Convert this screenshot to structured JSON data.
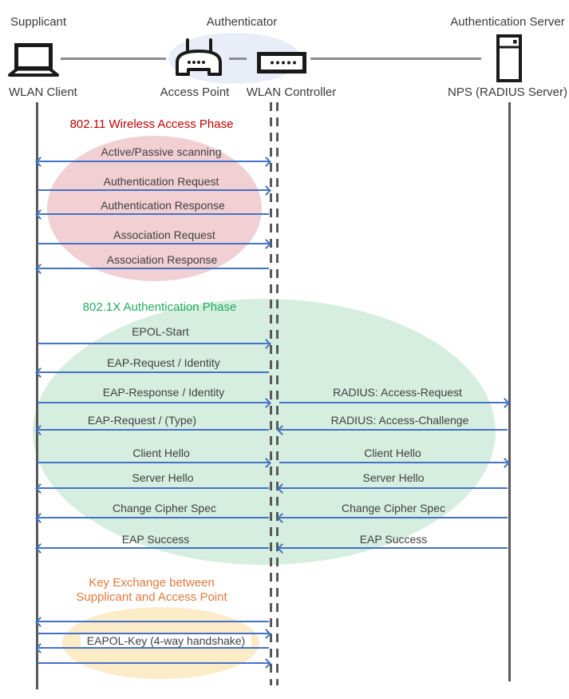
{
  "entities": {
    "supplicant": {
      "role": "Supplicant",
      "device": "WLAN Client"
    },
    "authenticator": {
      "role": "Authenticator",
      "access_point": "Access Point",
      "wlan_controller": "WLAN Controller"
    },
    "authentication_server": {
      "role": "Authentication Server",
      "device": "NPS (RADIUS Server)"
    }
  },
  "phases": [
    {
      "title": "802.11 Wireless Access Phase",
      "title_color": "#C00000",
      "fill": "#F1CFD3"
    },
    {
      "title": "802.1X Authentication Phase",
      "title_color": "#21A95E",
      "fill": "#D6EEE0"
    },
    {
      "title_line1": "Key Exchange between",
      "title_line2": "Supplicant and Access Point",
      "title_color": "#E0793C",
      "fill": "#FBEBC6"
    }
  ],
  "messages": {
    "phase1": [
      {
        "label": "Active/Passive scanning",
        "from": "WLAN Client",
        "to": "WLAN Controller",
        "direction": "both"
      },
      {
        "label": "Authentication Request",
        "from": "WLAN Client",
        "to": "WLAN Controller",
        "direction": "right"
      },
      {
        "label": "Authentication Response",
        "from": "WLAN Controller",
        "to": "WLAN Client",
        "direction": "left"
      },
      {
        "label": "Association Request",
        "from": "WLAN Client",
        "to": "WLAN Controller",
        "direction": "right"
      },
      {
        "label": "Association Response",
        "from": "WLAN Controller",
        "to": "WLAN Client",
        "direction": "left"
      }
    ],
    "phase2_left": [
      {
        "label": "EPOL-Start",
        "direction": "right"
      },
      {
        "label": "EAP-Request / Identity",
        "direction": "left"
      },
      {
        "label": "EAP-Response / Identity",
        "direction": "right"
      },
      {
        "label": "EAP-Request / (Type)",
        "direction": "left"
      },
      {
        "label": "Client Hello",
        "direction": "right"
      },
      {
        "label": "Server Hello",
        "direction": "left"
      },
      {
        "label": "Change Cipher Spec",
        "direction": "left"
      },
      {
        "label": "EAP Success",
        "direction": "left"
      }
    ],
    "phase2_right": [
      {
        "label": "RADIUS: Access-Request",
        "direction": "right"
      },
      {
        "label": "RADIUS: Access-Challenge",
        "direction": "left"
      },
      {
        "label": "Client Hello",
        "direction": "right"
      },
      {
        "label": "Server Hello",
        "direction": "left"
      },
      {
        "label": "Change Cipher Spec",
        "direction": "left"
      },
      {
        "label": "EAP Success",
        "direction": "left"
      }
    ],
    "phase3": {
      "key_label": "EAPOL-Key (4-way handshake)",
      "arrows": [
        "left",
        "right",
        "left",
        "right"
      ]
    }
  },
  "colors": {
    "arrow": "#4472C4",
    "lifeline": "#595959",
    "connector": "#8C8C8C",
    "authenticator_halo": "#E9EDF7",
    "message_text": "#3F3F3F"
  }
}
